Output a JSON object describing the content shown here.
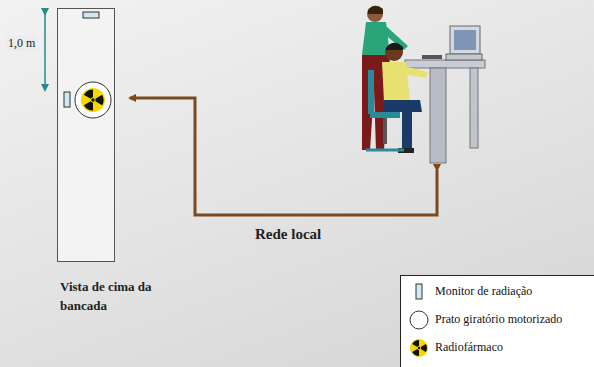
{
  "diagram": {
    "nodes": [
      {
        "text": [
          "Vista de cima da bancada"
        ]
      }
    ],
    "labels": [
      "1,0 m",
      "Rede local"
    ],
    "legend": [
      {
        "text": "Monitor de radiação"
      },
      {
        "text": "Prato giratório motorizado"
      },
      {
        "text": "Radiofármaco"
      }
    ]
  }
}
